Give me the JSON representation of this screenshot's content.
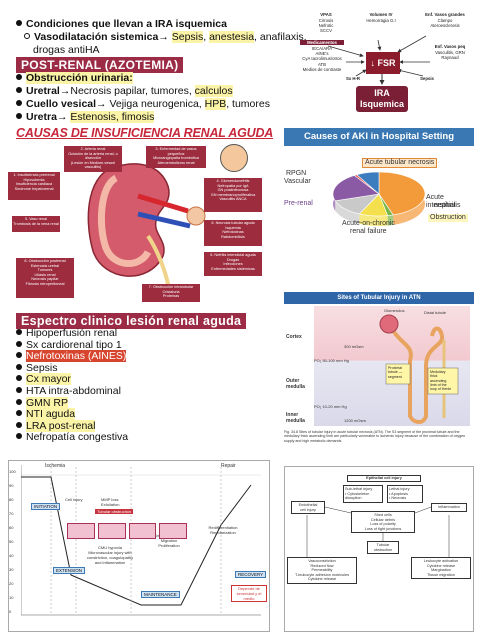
{
  "top": {
    "line1": "Condiciones que llevan a IRA isquemica",
    "line2_bold": "Vasodilatación sistemica",
    "line2_arrow": "→",
    "line2_a": "Sepsis",
    "line2_b": "anestesia",
    "line2_c": ", anafilaxis,",
    "line3": "drogas antiHA",
    "header": "POST-RENAL (AZOTEMIA)",
    "item1": "Obstrucción urinaria:",
    "item2_bold": "Uretral",
    "item2_rest": "→Necrosis papilar, tumores, ",
    "item2_hl": "calculos",
    "item3_bold": "Cuello vesical",
    "item3_rest": "→  Vejiga neurogenica, ",
    "item3_hl": "HPB",
    "item3_end": ", tumores",
    "item4_bold": "Uretra",
    "item4_rest": "→  ",
    "item4_hl": "Estenosis, fimosis"
  },
  "flow": {
    "vpas": "VPAS",
    "vpas_items": "Cirrosis\nNefrotic\nSCCV",
    "vol": "Volumen IV",
    "vol_items": "Hemorragia G.I",
    "enf_vasos": "Enf. Vasos grandes",
    "enf_vasos_items": "Clampo\nAteroesclerosis",
    "med_label": "Medicamentos",
    "med_items": "IECA/ARA\nAINE's\nCyA tacrolimus/otros\nATB\nMedios de contraste",
    "fsr": "FSR",
    "enf_peq": "Enf. Vasos peq",
    "enf_peq_items": "Vasculitis, GRN\nRaynaud",
    "sx": "Sx H-R",
    "sepsis": "Sepsis",
    "ira": "IRA",
    "isq": "Isquemica"
  },
  "causas": {
    "title": "CAUSAS DE INSUFICIENCIA RENAL AGUDA",
    "boxes_left": [
      "1. Insuficiencia prerrenal\nHipovolemia\nInsuficiencia cardiaca\nSíndrome hepatorrenal",
      "5. Vaso renal\nTrombosis de la vena renal",
      "8. Obstrucción postrenal\nEstenosis uretral\nTumores\nLitiasis renal\nNecrosis papilar\nFibrosis retroperitoneal"
    ],
    "boxes_top": [
      "2. Arteria renal\nOclusión de la arteria renal, o\ndisección\n(Lesión en Medium-vessel vasculitis)",
      "3. Enfermedad de vasos pequeños\nMicroangiopatía trombótica\nAteroembolismo renal"
    ],
    "boxes_right": [
      "4. Glomerulonefritis\nNefropatía por IgA\nGN postinfecciosa\nGN membranoproliferativa\nVasculitis ANCA",
      "6. Necrosis tubular aguda\nIsquemia\nNefrotoxinas\nRabdomiólisis",
      "6. Nefritis intersticial aguda\nDrogas\nInfecciones\nEnfermedades sistémicas",
      "7. Obstrucción intratubular\nCristaluria\nProteínas"
    ]
  },
  "hosp": {
    "title": "Causes of AKI in Hospital Setting",
    "labels": {
      "atn": "Acute tubular necrosis",
      "rpgn": "RPGN",
      "vasc": "Vascular",
      "pre": "Pre-renal",
      "ain": "Acute interstitial",
      "ain2": "nephritis",
      "obs": "Obstruction",
      "ckd": "Acute-on-chronic",
      "ckd2": "renal failure"
    }
  },
  "chart_data": {
    "type": "pie",
    "title": "Causes of AKI in Hospital Setting",
    "categories": [
      "Acute tubular necrosis",
      "Acute interstitial nephritis",
      "Obstruction",
      "Acute-on-chronic renal failure",
      "Pre-renal",
      "Vascular",
      "RPGN"
    ],
    "values": [
      45,
      2,
      10,
      13,
      21,
      1,
      8
    ],
    "colors": [
      "#f39a3a",
      "#7ab648",
      "#f4e04d",
      "#c9c9c9",
      "#8b5aa5",
      "#e14b4b",
      "#3c7dbf"
    ]
  },
  "espectro": {
    "title": "Espectro clinico lesión renal aguda",
    "items": [
      "Hipoperfusión renal",
      "Sx cardiorenal tipo 1",
      "Nefrotoxinas (AINES)",
      "Sepsis",
      "Cx mayor",
      "HTA intra-abdominal",
      "GMN RP",
      "NTI aguda",
      "LRA post-renal",
      "Nefropatía congestiva"
    ]
  },
  "atn": {
    "title": "Sites of Tubular Injury in ATN",
    "cortex": "Cortex",
    "outer": "Outer\nmedulla",
    "inner": "Inner\nmedulla",
    "po1": "300 mOsm",
    "po2": "PO₂ 50-100 mm Hg",
    "po3": "PO₂ 10-20 mm Hg",
    "po4": "1200 mOsm",
    "glom": "Glomerulus",
    "distal": "Distal tubule",
    "prox": "Proximal\ntubule —\nsegment",
    "thick": "Medullary\nthick\nascending\nlimb of the\nloop of Henle",
    "caption": "Fig. 34.8 Sites of tubular injury in acute tubular necrosis (ATN). The S3 segment of the proximal tubule and the medullary thick ascending limb are particularly vulnerable to ischemic injury because of the combination of oxygen supply and high metabolic demands."
  },
  "phases": {
    "ischemia": "Ischemia",
    "repair": "Repair",
    "initiation": "INITIATION",
    "extension": "EXTENSION",
    "maintenance": "MAINTENANCE",
    "recovery": "RECOVERY",
    "cell_injury": "Cell injury",
    "loss": "MMP loss\nExfoliation",
    "tub_obs": "Tubular obstruction",
    "cmu": "CMU hypoxia\nMicrovascular injury with\nconstriction, coagulopathy\nand inflammation",
    "dedif": "Dedifferentiation\nMigration\nProliferation",
    "redif": "Redifferentiation\nRepolarization",
    "note": "Depende de\nseveridad y el\nmedio",
    "y_ticks": [
      "100",
      "90",
      "80",
      "70",
      "60",
      "50",
      "40",
      "30",
      "20",
      "10",
      "0"
    ]
  },
  "epithelial": {
    "title": "Epithelial cell injury",
    "sub1": "Sub-lethal injury\n• Cytoskeleton\n  disruption",
    "sub2": "Lethal injury\n• Apoptosis\n• Necrosis",
    "endo": "Endothelial\ncell injury",
    "infl": "Inflammation",
    "shed": "Shed cells\nCellular debris\nLoss of polarity\nLoss of tight junctions",
    "tub": "Tubular\nobstruction",
    "vaso": "Vasoconstriction\nReduced flow\nPermeability\nT-leukocyte adhesion molecules\nCytokine release",
    "leuk": "Leukocyte activation\nCytokine release\nMargination\nTissue migration"
  }
}
